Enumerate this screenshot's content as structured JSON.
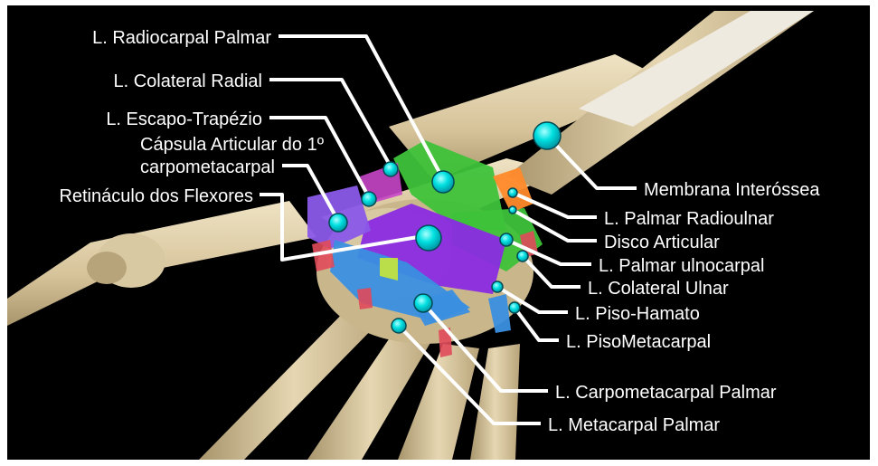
{
  "colors": {
    "background": "#000000",
    "leader_line": "#ffffff",
    "marker": "#00e5e5",
    "bone": "#d9c9a3",
    "ligament_green": "#3ec23a",
    "ligament_purple": "#8a2be2",
    "ligament_blue": "#3a8fe0",
    "ligament_orange": "#ff8a2a"
  },
  "labels": {
    "radiocarpal_palmar": "L. Radiocarpal Palmar",
    "colateral_radial": "L. Colateral Radial",
    "escapo_trapezio": "L. Escapo-Trapézio",
    "capsula_line1": "Cápsula Articular do 1º",
    "capsula_line2": "carpometacarpal",
    "retinaculo": "Retináculo dos Flexores",
    "membrana": "Membrana Interóssea",
    "palmar_radioulnar": "L. Palmar Radioulnar",
    "disco_articular": "Disco Articular",
    "palmar_ulnocarpal": "L. Palmar ulnocarpal",
    "colateral_ulnar": "L. Colateral Ulnar",
    "piso_hamato": "L. Piso-Hamato",
    "piso_metacarpal": "L. PisoMetacarpal",
    "carpometacarpal_palmar": "L. Carpometacarpal Palmar",
    "metacarpal_palmar": "L. Metacarpal Palmar"
  }
}
